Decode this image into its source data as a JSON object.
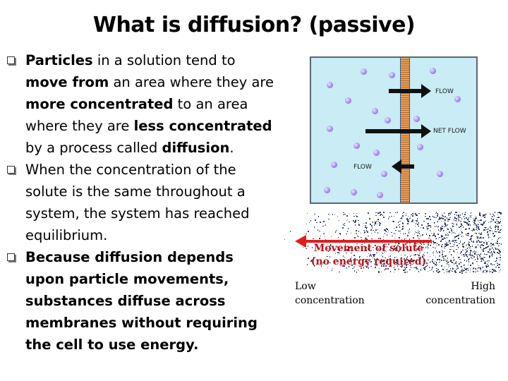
{
  "slide": {
    "title": "What is diffusion? (passive)"
  },
  "bullets": [
    {
      "segments": [
        {
          "t": "Particles",
          "b": true
        },
        {
          "t": " in a solution tend to ",
          "b": false
        },
        {
          "t": "move from",
          "b": true
        },
        {
          "t": " an area where they are ",
          "b": false
        },
        {
          "t": "more concentrated",
          "b": true
        },
        {
          "t": " to an area where they are ",
          "b": false
        },
        {
          "t": "less concentrated",
          "b": true
        },
        {
          "t": " by a process called ",
          "b": false
        },
        {
          "t": "diffusion",
          "b": true
        },
        {
          "t": ".",
          "b": false
        }
      ]
    },
    {
      "segments": [
        {
          "t": "When the concentration of the solute is the same throughout a system, the system has reached equilibrium.",
          "b": false
        }
      ]
    },
    {
      "segments": [
        {
          "t": "Because diffusion depends upon particle movements, substances diffuse across membranes without requiring the cell to use energy.",
          "b": true
        }
      ]
    }
  ],
  "membrane_diagram": {
    "flow_right_label": "FLOW",
    "net_flow_label": "NET FLOW",
    "flow_left_label": "FLOW"
  },
  "gradient_diagram": {
    "movement_line1": "Movement of solute",
    "movement_line2": "(no energy required)",
    "low_line1": "Low",
    "low_line2": "concentration",
    "high_line1": "High",
    "high_line2": "concentration"
  },
  "colors": {
    "arrow_red": "#e21c1c",
    "movement_text": "#b3121a",
    "diagram_bg": "#c9ecf5",
    "particle": "#a38cf3"
  }
}
